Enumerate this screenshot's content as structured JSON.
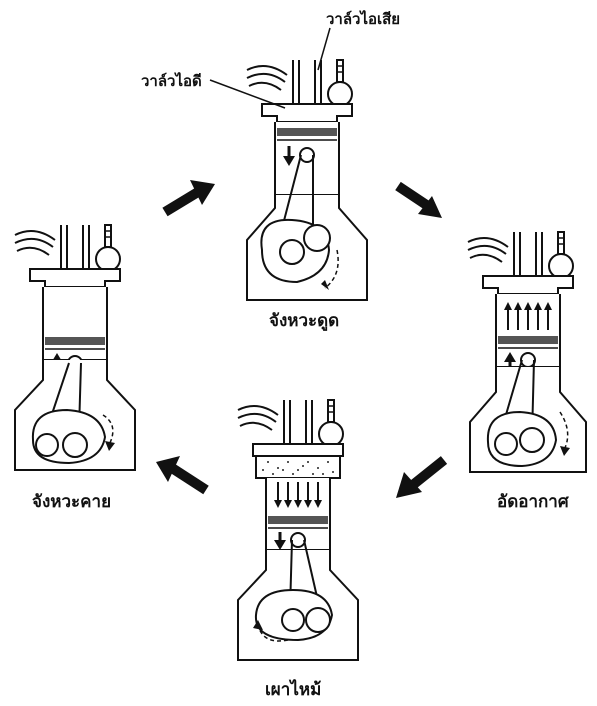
{
  "labels": {
    "exhaust_valve": "วาล์วไอเสีย",
    "intake_valve": "วาล์วไอดี",
    "intake_stroke": "จังหวะดูด",
    "compression_stroke": "อัดอากาศ",
    "power_stroke": "เผาไหม้",
    "exhaust_stroke": "จังหวะคาย"
  },
  "colors": {
    "ink": "#111111",
    "paper": "#ffffff",
    "watermark": "#f3d27a"
  }
}
